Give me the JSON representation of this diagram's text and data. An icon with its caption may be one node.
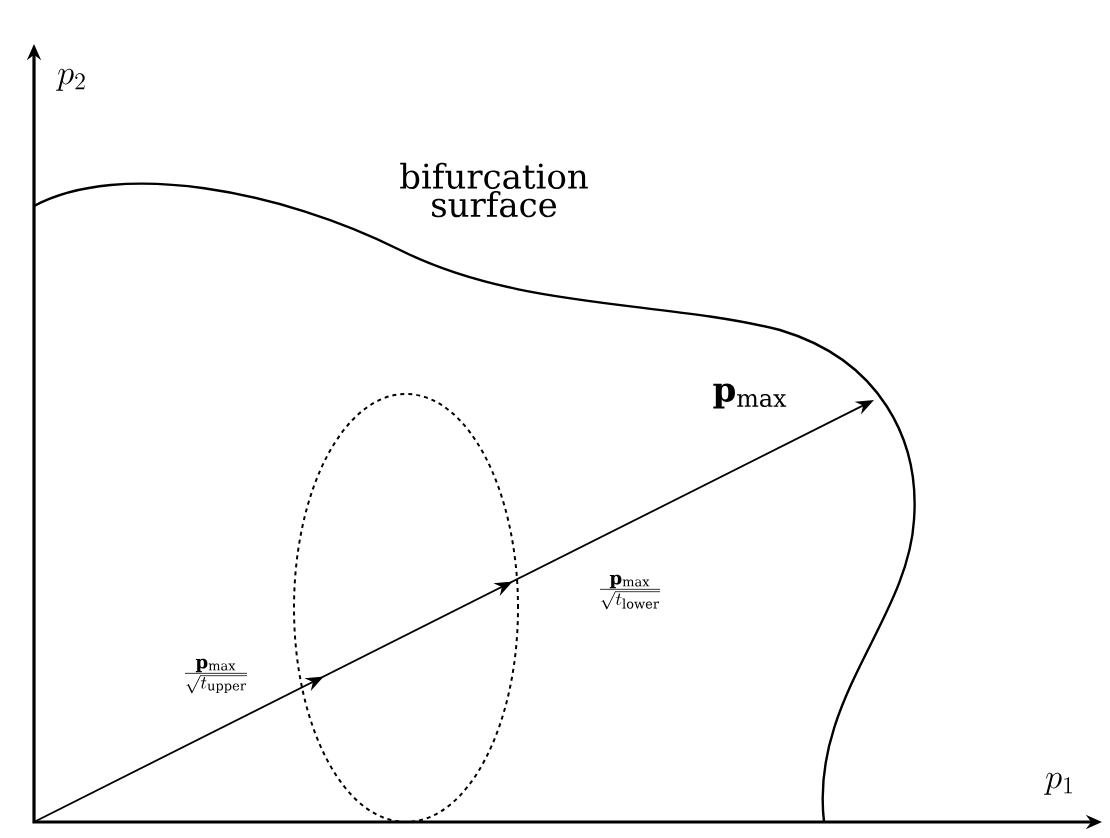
{
  "diagram": {
    "nodes": [
      {
        "text": [],
        "shape": "ellipse"
      }
    ],
    "labels": [
      "p_2",
      "p_1",
      "bifurcation surface",
      "\\mathbf{p}_{\\max}",
      "\\frac{\\mathbf{p}_{\\max}}{\\sqrt{t_{\\mathrm{upper}}}}",
      "\\frac{\\mathbf{p}_{\\max}}{\\sqrt{t_{\\mathrm{lower}}}}"
    ]
  }
}
